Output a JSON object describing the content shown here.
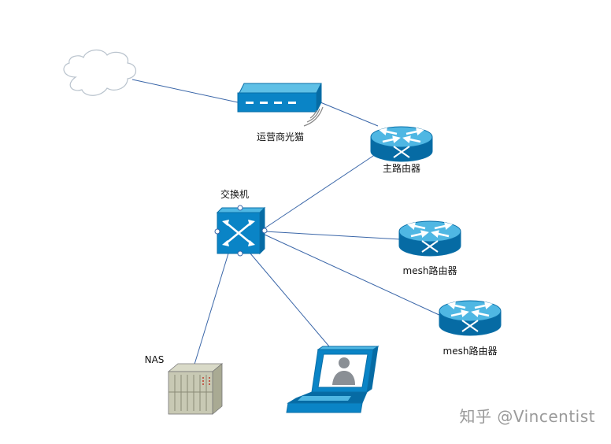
{
  "nodes": {
    "cloud": {
      "label": ""
    },
    "modem": {
      "label": "运营商光猫"
    },
    "main_router": {
      "label": "主路由器"
    },
    "switch": {
      "label": "交换机"
    },
    "mesh_router_1": {
      "label": "mesh路由器"
    },
    "mesh_router_2": {
      "label": "mesh路由器"
    },
    "nas": {
      "label": "NAS"
    },
    "laptop": {
      "label": ""
    }
  },
  "links": [
    [
      "cloud",
      "modem"
    ],
    [
      "modem",
      "main_router"
    ],
    [
      "main_router",
      "switch"
    ],
    [
      "switch",
      "mesh_router_1"
    ],
    [
      "switch",
      "mesh_router_2"
    ],
    [
      "switch",
      "nas"
    ],
    [
      "switch",
      "laptop"
    ]
  ],
  "colors": {
    "device_blue": "#0a84c6",
    "device_blue_light": "#4fb7e3",
    "device_blue_dark": "#066ba4",
    "link_line": "#3a66a8",
    "nas_gray": "#c8c9b4"
  },
  "watermark": "知乎 @Vincentist"
}
